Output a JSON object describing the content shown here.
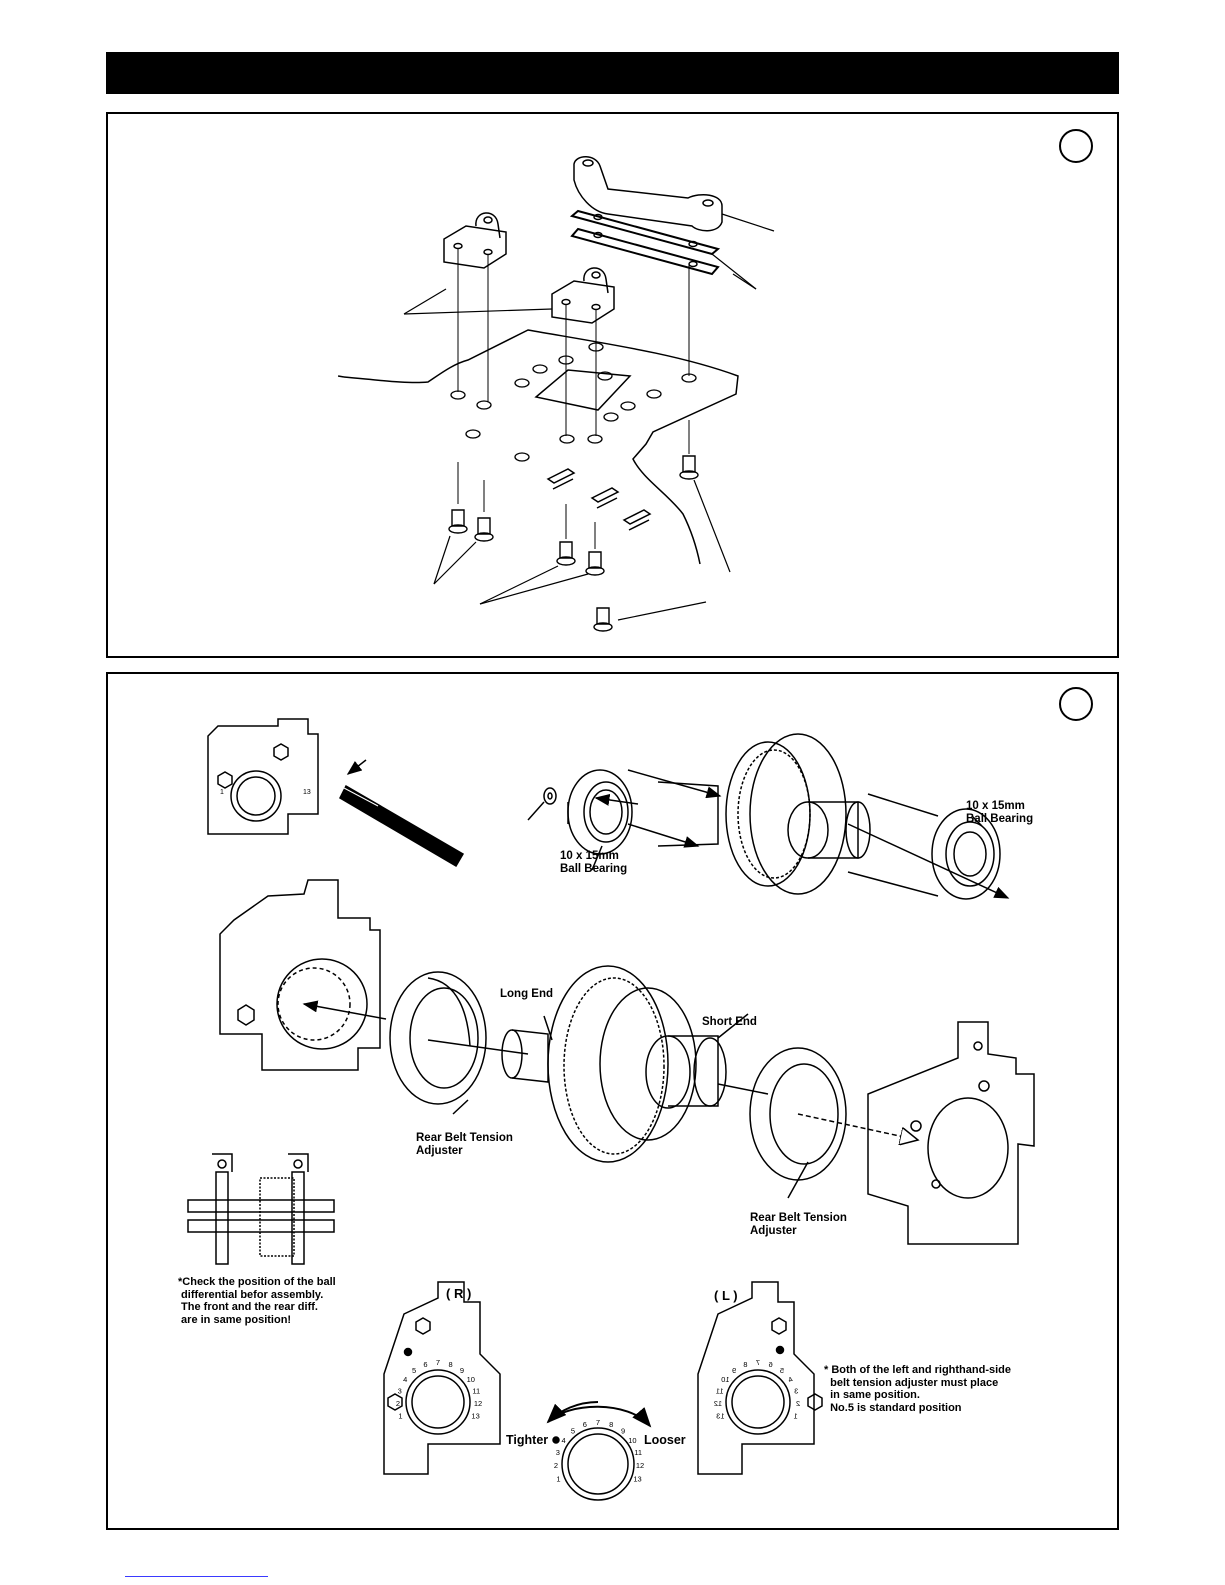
{
  "labels": {
    "bearing_left": "10 x 15mm\nBall Bearing",
    "bearing_right": "10 x 15mm\nBall Bearing",
    "long_end": "Long End",
    "short_end": "Short End",
    "tension_left": "Rear Belt Tension\nAdjuster",
    "tension_right": "Rear Belt Tension\nAdjuster",
    "r_label": "( R )",
    "l_label": "( L )",
    "tighter": "Tighter",
    "looser": "Looser"
  },
  "notes": {
    "check_note": "*Check the position of the ball\n differential befor assembly.\n The front and the rear diff.\n are in same position!",
    "both_note": "* Both of the left and righthand-side\n  belt tension adjuster must place\n  in same position.\n  No.5 is standard position"
  },
  "dial_numbers": [
    "1",
    "2",
    "3",
    "4",
    "5",
    "6",
    "7",
    "8",
    "9",
    "10",
    "11",
    "12",
    "13"
  ]
}
